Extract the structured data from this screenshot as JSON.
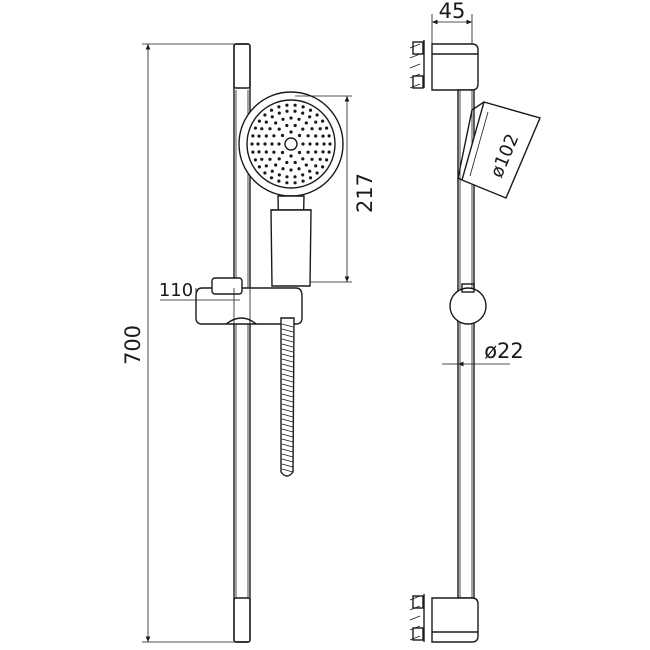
{
  "dimensions": {
    "overall_height": "700",
    "arm_projection": "110",
    "head_height": "217",
    "wall_offset": "45",
    "head_diameter": "ø102",
    "rail_diameter": "ø22"
  },
  "colors": {
    "line": "#1a1a1a",
    "background": "#ffffff"
  }
}
